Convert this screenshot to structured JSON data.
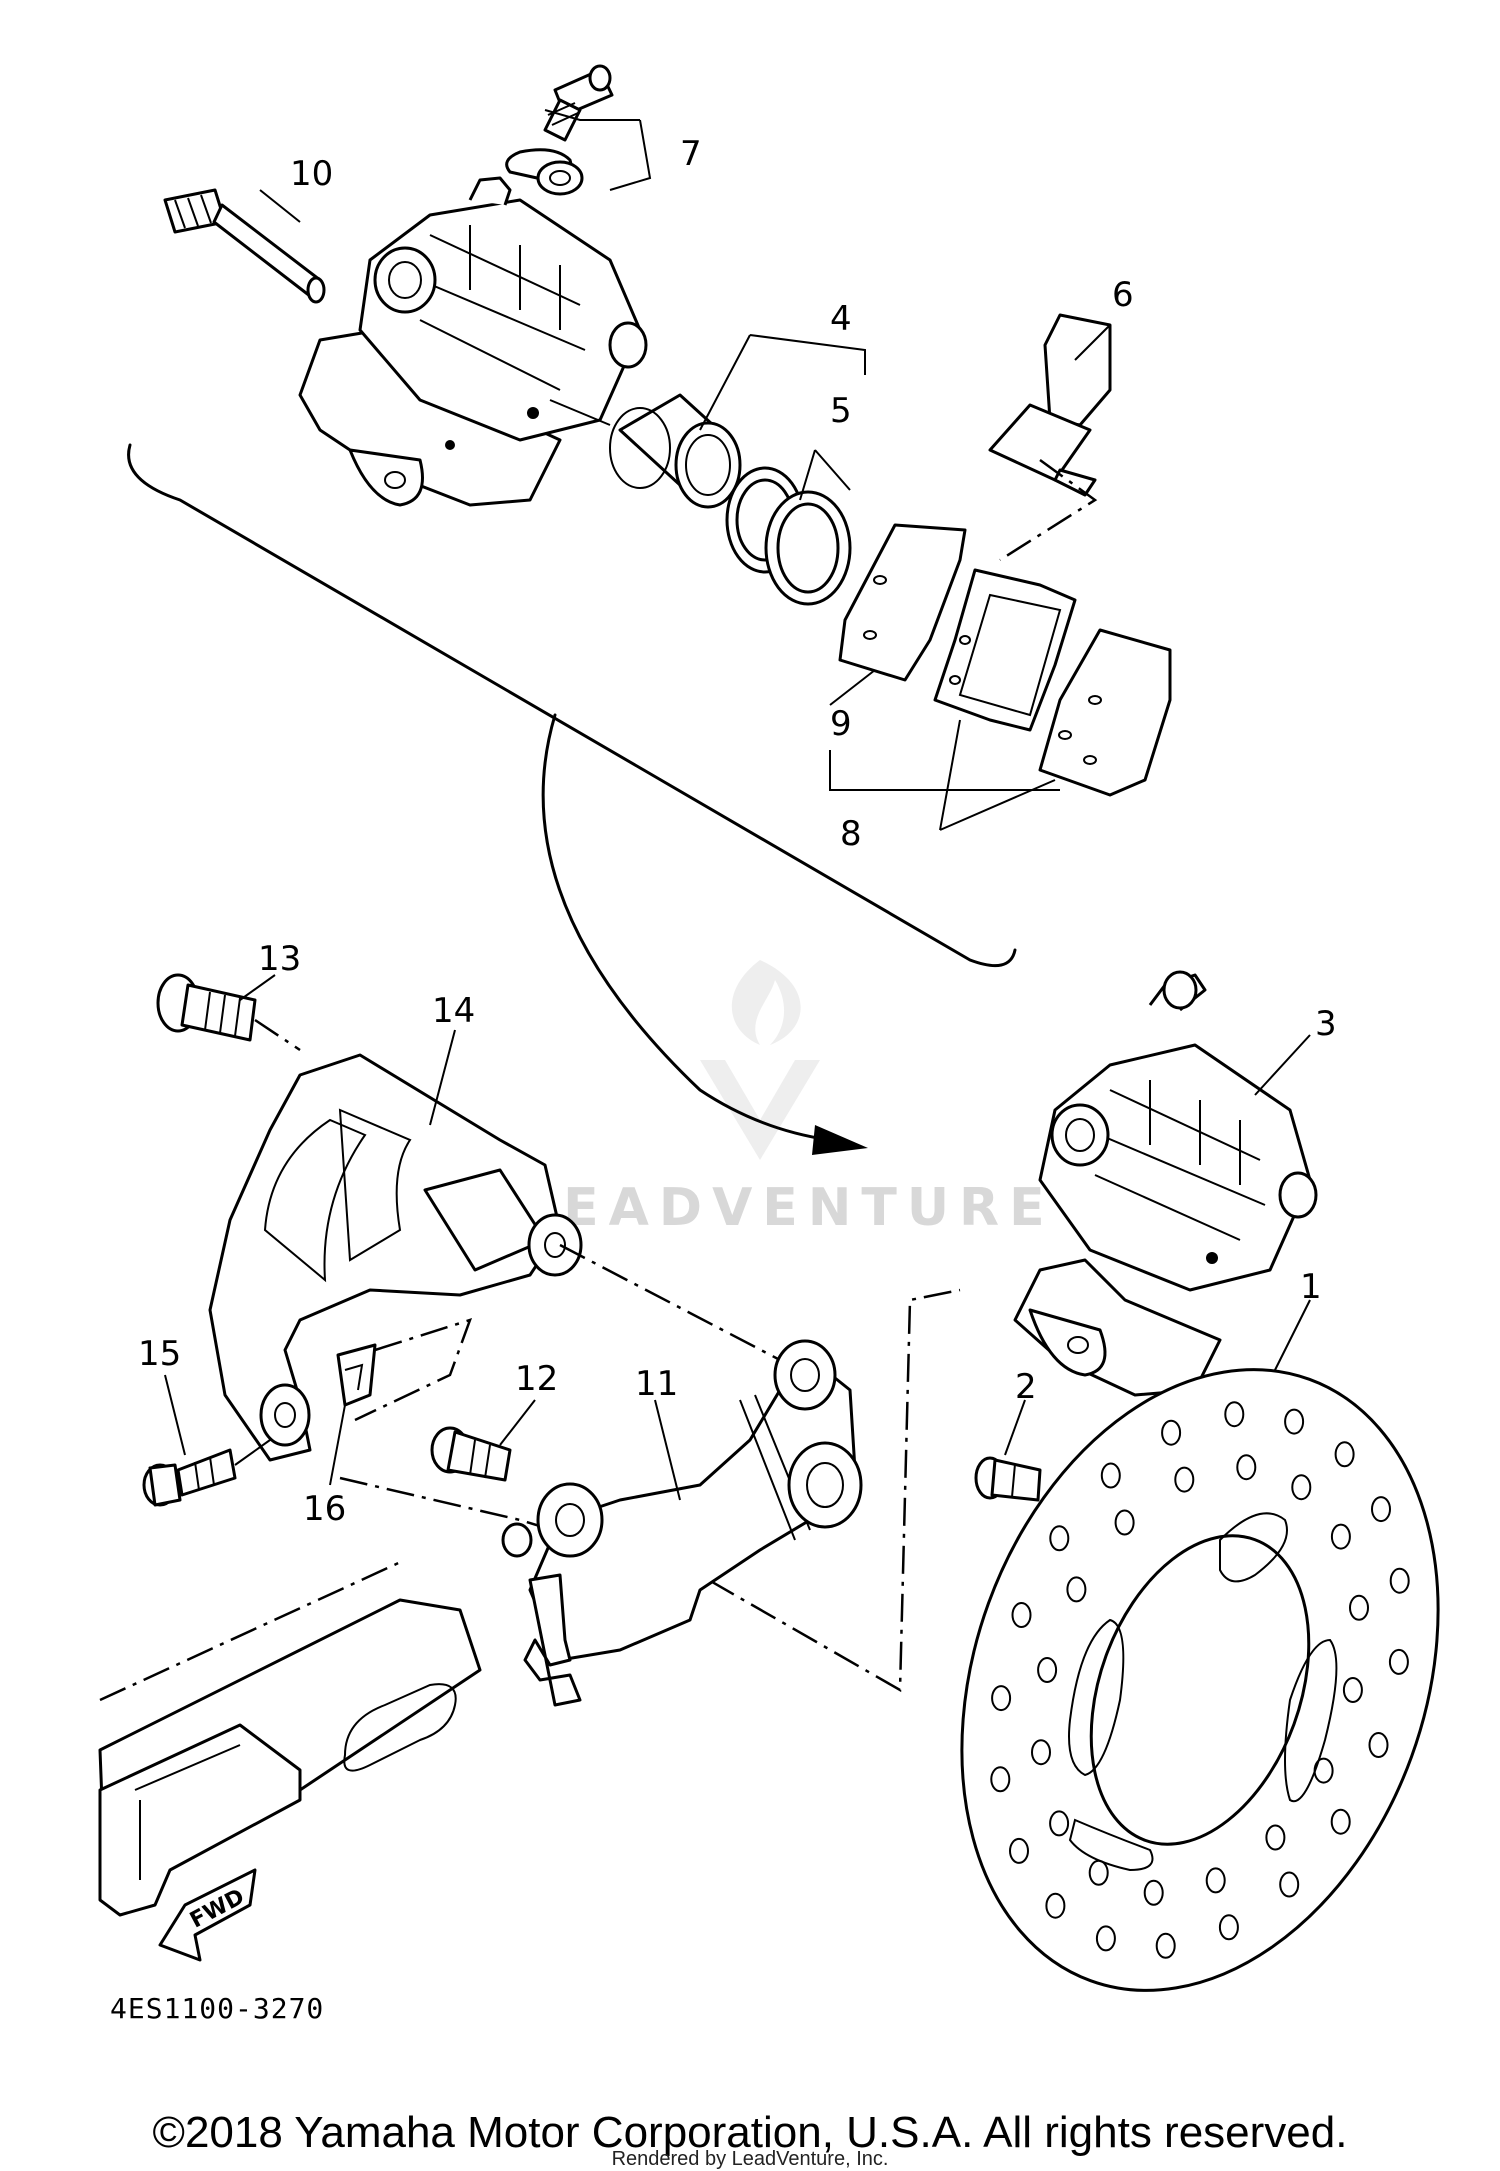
{
  "diagram": {
    "part_code": "4ES1100-3270",
    "fwd_label": "FWD",
    "watermark": "LEADVENTURE",
    "callouts": [
      "1",
      "2",
      "3",
      "4",
      "5",
      "6",
      "7",
      "8",
      "9",
      "10",
      "11",
      "12",
      "13",
      "14",
      "15",
      "16"
    ]
  },
  "footer": {
    "copyright": "©2018 Yamaha Motor Corporation, U.S.A. All rights reserved.",
    "rendered_by": "Rendered by LeadVenture, Inc."
  }
}
